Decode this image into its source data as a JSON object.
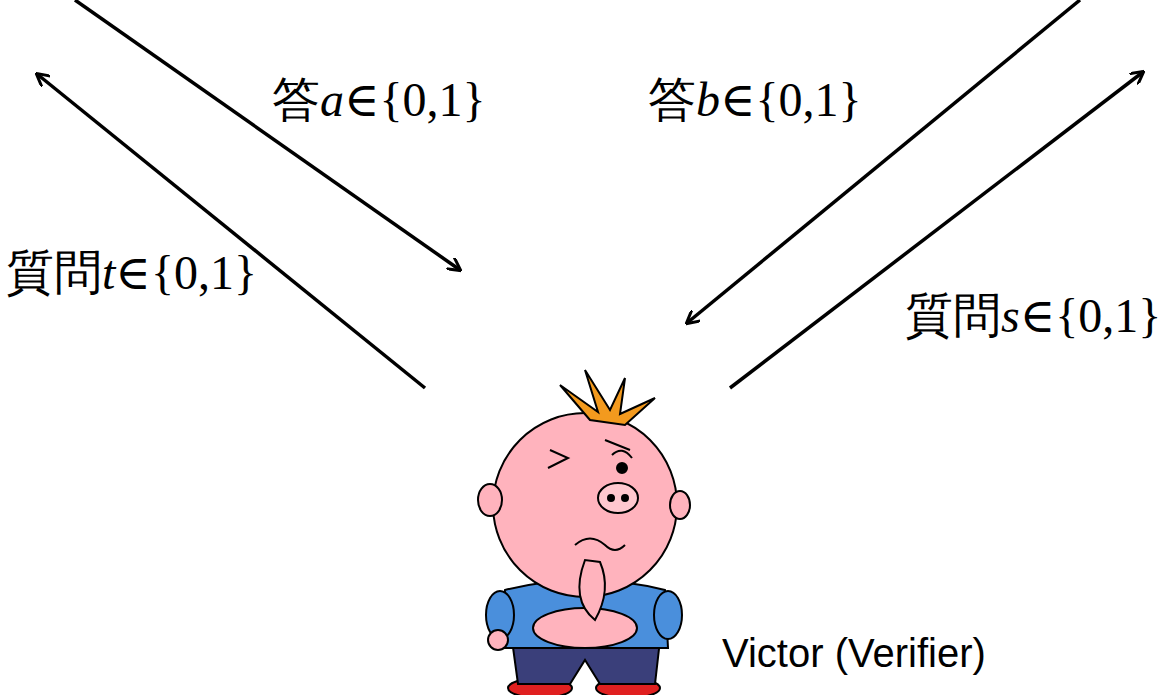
{
  "diagram": {
    "labels": [
      "答a∈{0,1}",
      "答b∈{0,1}",
      "質問t∈{0,1}",
      "質問s∈{0,1}",
      "Victor (Verifier)"
    ]
  }
}
